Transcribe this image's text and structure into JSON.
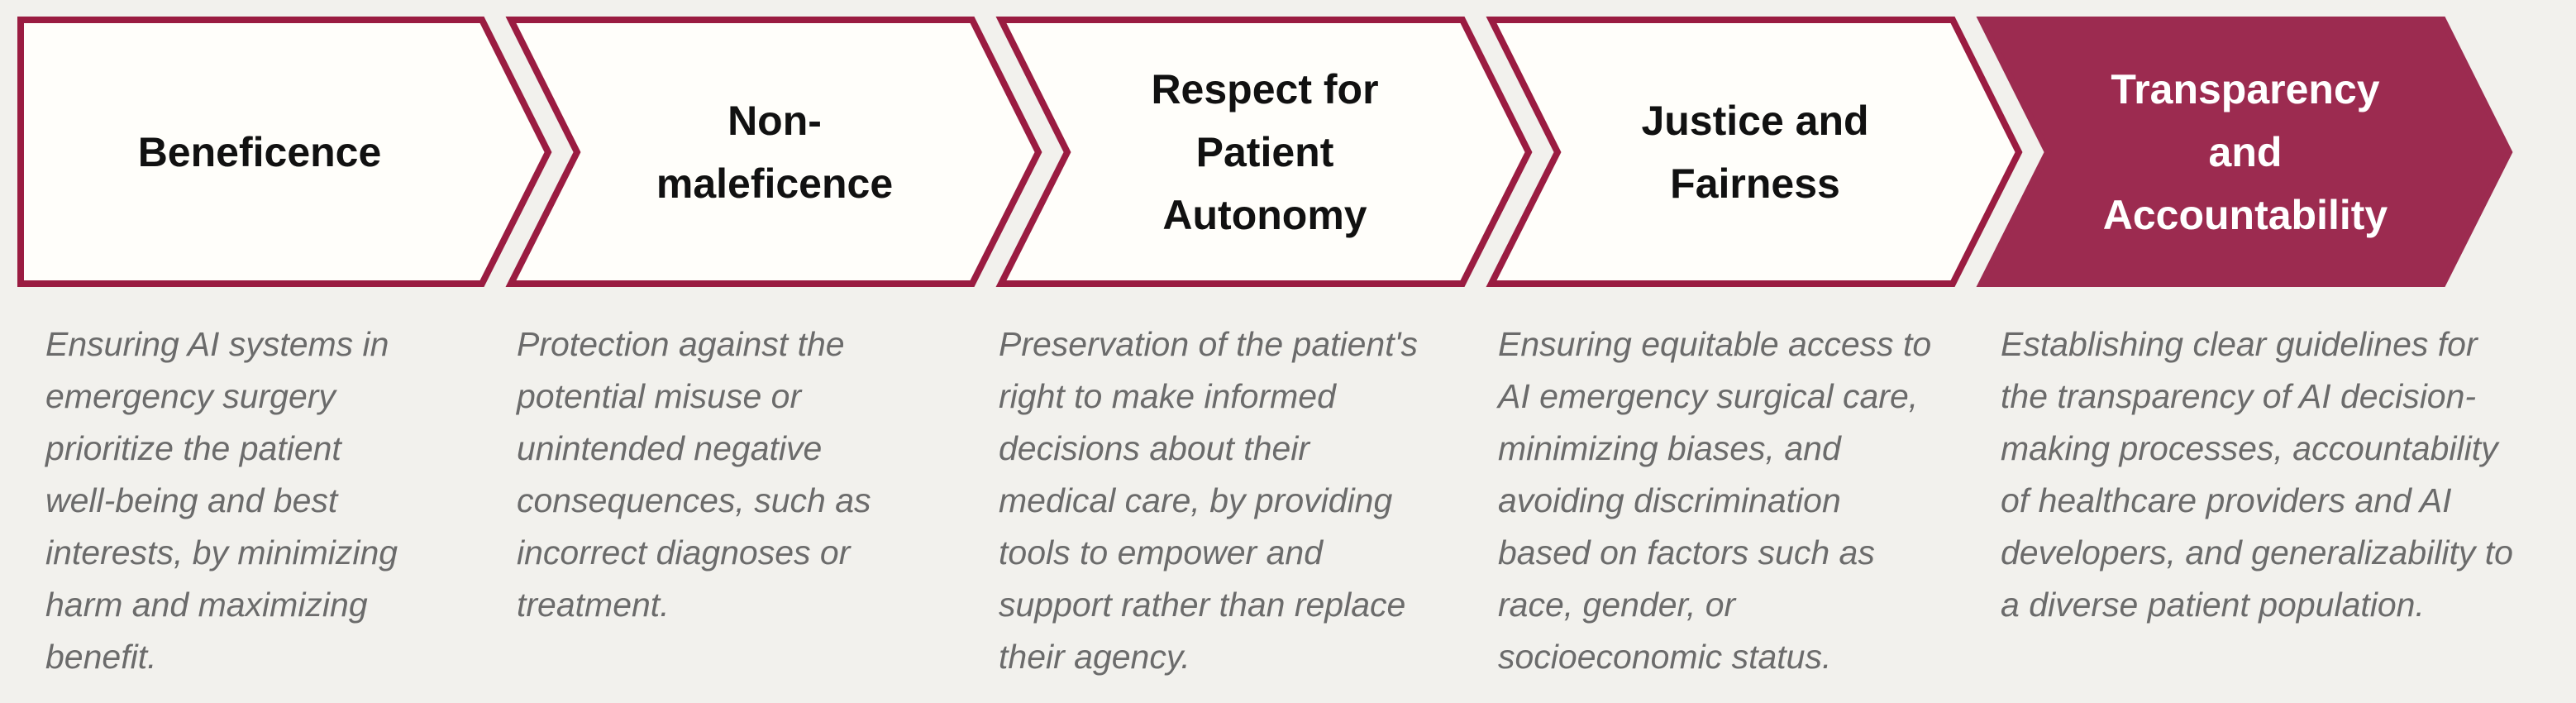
{
  "principles": [
    {
      "title": "Beneficence",
      "description": "Ensuring AI systems in\nemergency surgery\nprioritize the patient\nwell-being and best\ninterests, by minimizing\nharm and maximizing\nbenefit."
    },
    {
      "title": "Non-\nmaleficence",
      "description": "Protection against the\npotential misuse or\nunintended negative\nconsequences, such as\nincorrect diagnoses or\ntreatment."
    },
    {
      "title": "Respect for\nPatient\nAutonomy",
      "description": "Preservation of the patient's\nright to make informed\ndecisions about their\nmedical care, by providing\ntools to empower and\nsupport rather than replace\ntheir agency."
    },
    {
      "title": "Justice and\nFairness",
      "description": "Ensuring equitable access to\nAI emergency surgical care,\nminimizing biases, and\navoiding discrimination\nbased on factors such as\nrace, gender, or\nsocioeconomic status."
    },
    {
      "title": "Transparency\nand\nAccountability",
      "description": "Establishing clear guidelines for\nthe transparency of AI decision-\nmaking processes, accountability\nof healthcare providers and AI\ndevelopers, and generalizability to\na diverse patient population."
    }
  ],
  "colors": {
    "accent_border": "#9A1C41",
    "accent_fill": "#9C2B50",
    "chevron_bg": "#FFFEFA",
    "page_bg": "#F2F1ED",
    "title_text": "#111111",
    "title_text_highlight": "#FFFFFF",
    "desc_text": "#6B6B6B"
  }
}
